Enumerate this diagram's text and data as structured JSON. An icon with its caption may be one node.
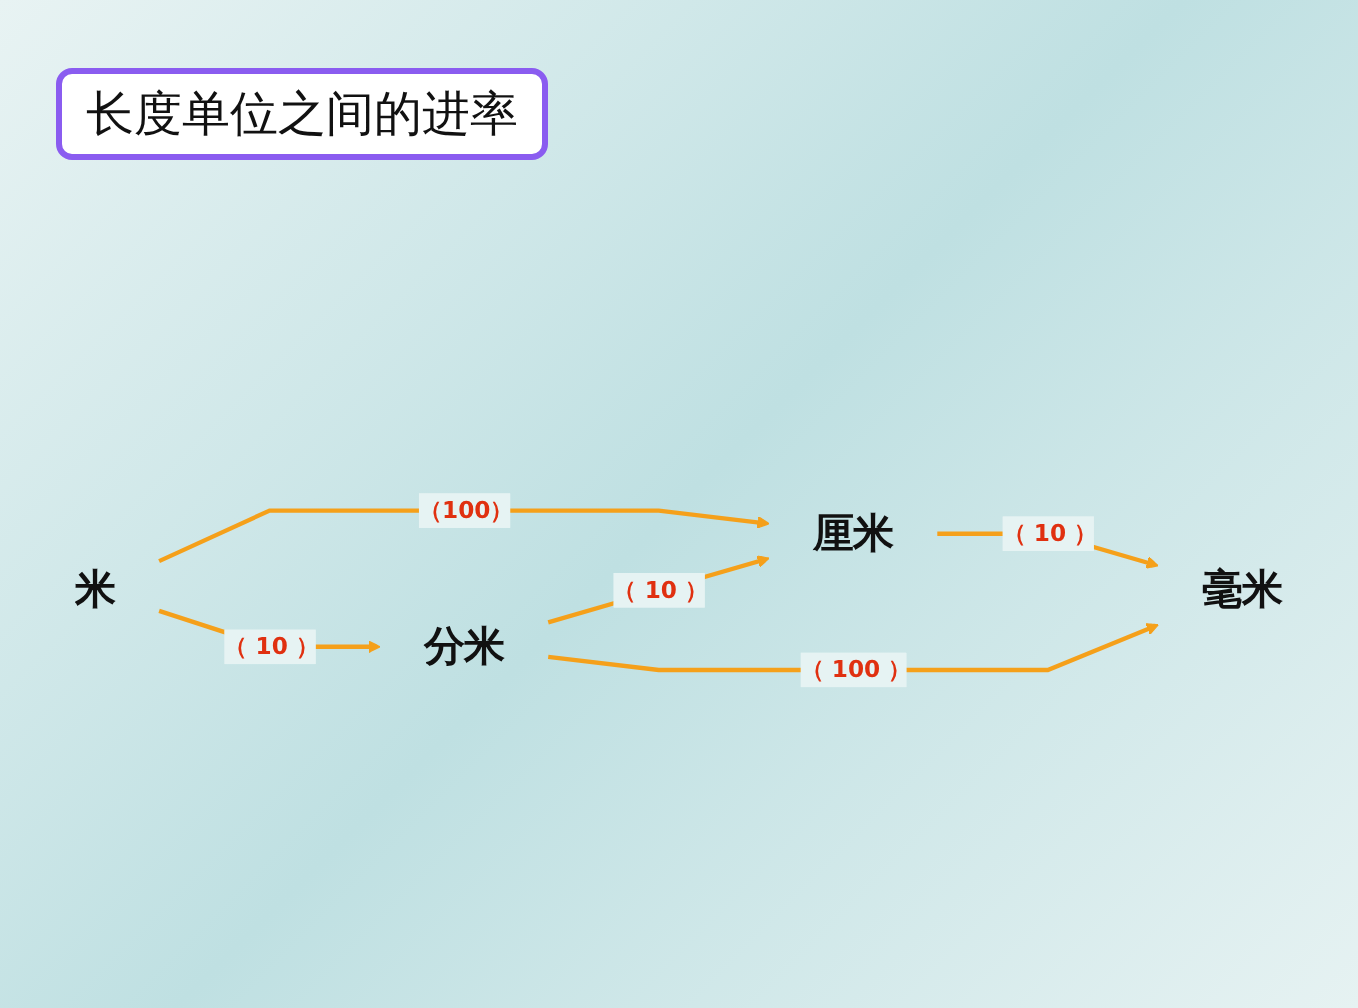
{
  "diagram": {
    "title": "长度单位之间的进率",
    "nodes": [
      {
        "text": [
          "米"
        ]
      },
      {
        "text": [
          "分米"
        ]
      },
      {
        "text": [
          "厘米"
        ]
      },
      {
        "text": [
          "毫米"
        ]
      }
    ],
    "edges": [
      {
        "from": 0,
        "to": 1,
        "arrow": "to",
        "label": "（ 10 ）"
      },
      {
        "from": 0,
        "to": 2,
        "arrow": "to",
        "label": "（100）"
      },
      {
        "from": 1,
        "to": 2,
        "arrow": "to",
        "label": "（ 10 ）"
      },
      {
        "from": 2,
        "to": 3,
        "arrow": "to",
        "label": "（ 10 ）"
      },
      {
        "from": 1,
        "to": 3,
        "arrow": "to",
        "label": "（ 100 ）"
      }
    ]
  }
}
